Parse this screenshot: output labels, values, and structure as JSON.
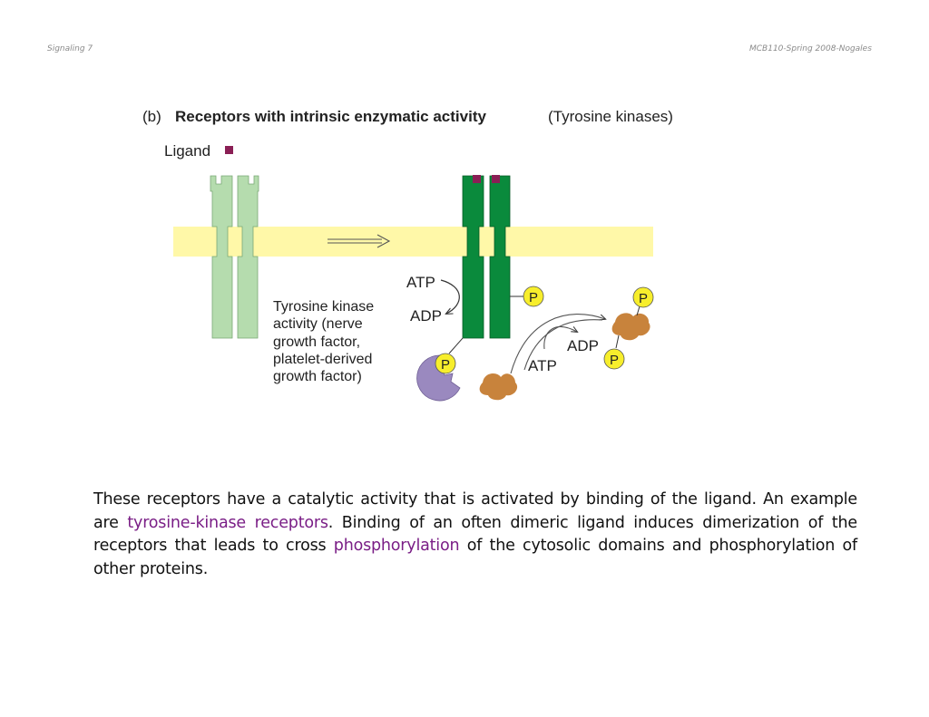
{
  "header": {
    "left": "Signaling 7",
    "right": "MCB110-Spring 2008-Nogales"
  },
  "figure": {
    "panel": "(b)",
    "title": "Receptors with intrinsic enzymatic activity",
    "subtitle": "(Tyrosine kinases)",
    "ligand_label": "Ligand",
    "atp_top": "ATP",
    "adp_left": "ADP",
    "adp_right": "ADP",
    "atp_bottom": "ATP",
    "phosphate": "P",
    "caption_lines": [
      "Tyrosine kinase",
      "activity (nerve",
      "growth factor,",
      "platelet-derived",
      "growth factor)"
    ],
    "colors": {
      "membrane": "#fff8a8",
      "inactive_receptor": "#b5dcae",
      "active_receptor": "#0a8a3c",
      "ligand": "#8a1f55",
      "phosphate": "#f7ee2c",
      "substrate": "#c8833c",
      "adaptor": "#9a89bf"
    }
  },
  "body": {
    "part1": "These receptors have a catalytic activity that is activated by binding of the ligand. An example are ",
    "term1": "tyrosine-kinase receptors",
    "part2": ". Binding of an often dimeric ligand induces dimerization of the receptors that leads to cross ",
    "term2": "phosphorylation",
    "part3": " of the cytosolic domains and phosphorylation of other proteins."
  }
}
